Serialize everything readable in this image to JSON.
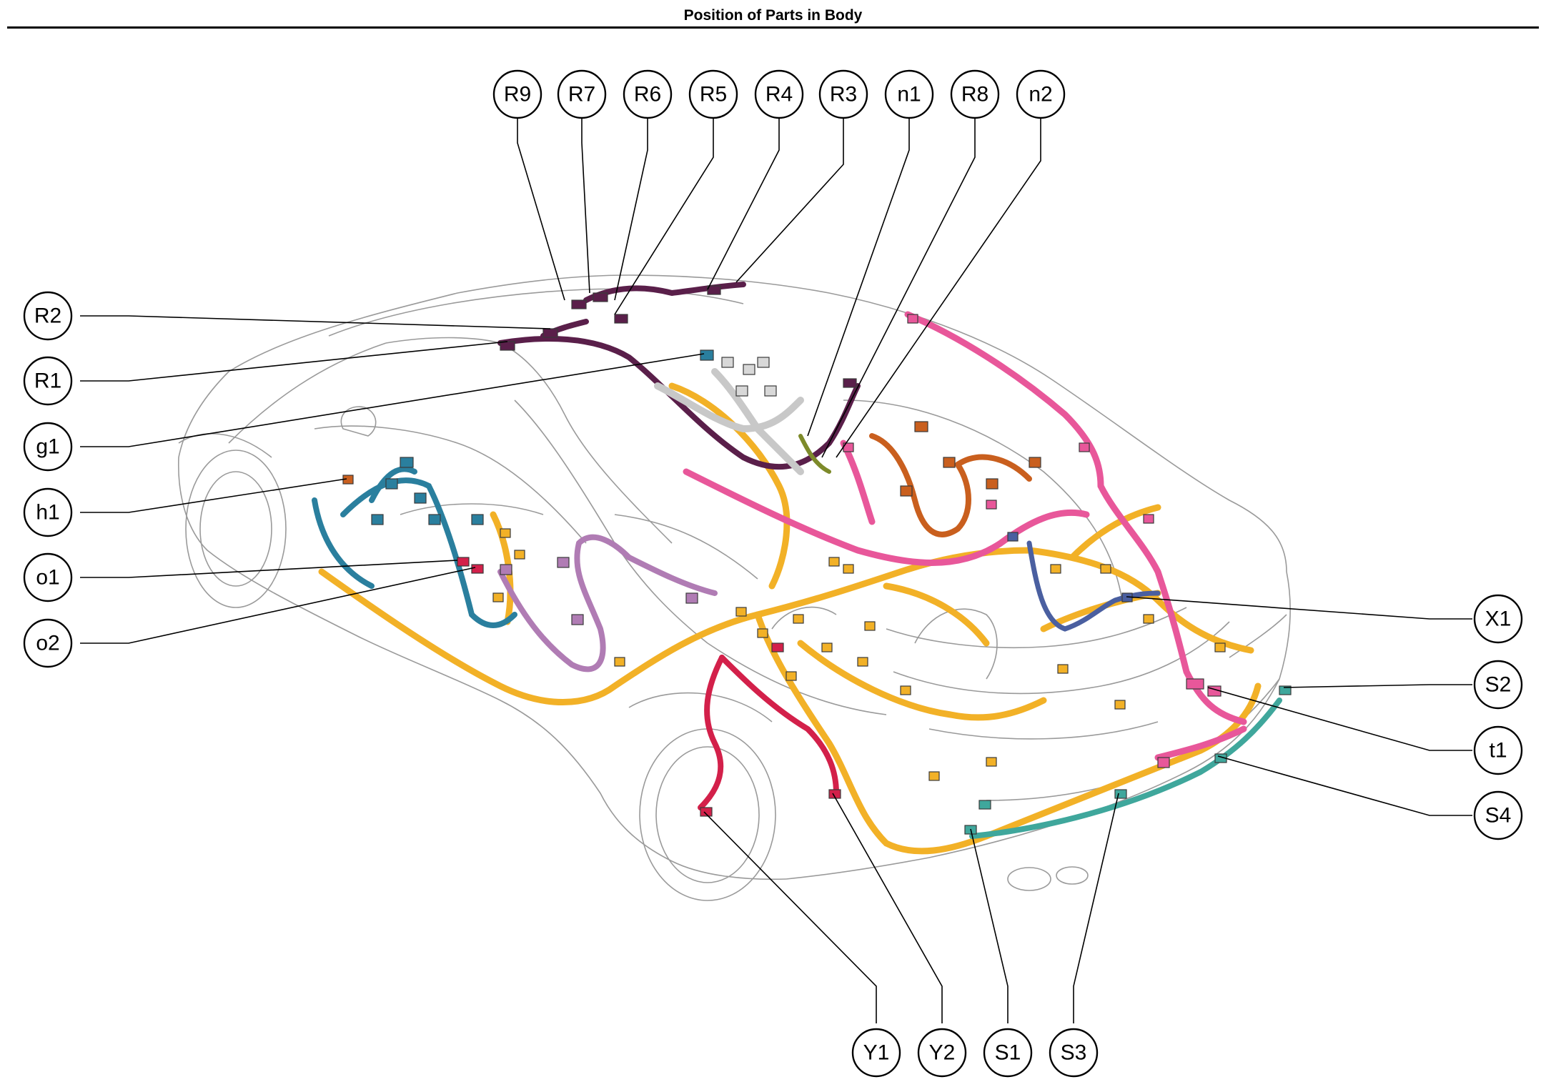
{
  "title": "Position of Parts in Body",
  "colors": {
    "outline": "#9a9a9a",
    "harness_yellow": "#f2b127",
    "harness_pink": "#e8579a",
    "harness_purple_dark": "#5a1f4a",
    "harness_blue": "#2a7f9e",
    "harness_mauve": "#b07cb4",
    "harness_orange": "#c95f1e",
    "harness_red": "#d3204a",
    "harness_teal": "#3fa79c",
    "harness_navy": "#4a5fa0",
    "harness_olive": "#7d8a2a",
    "harness_grey": "#c8c8c8"
  },
  "callouts": [
    {
      "id": "R9",
      "label": "R9"
    },
    {
      "id": "R7",
      "label": "R7"
    },
    {
      "id": "R6",
      "label": "R6"
    },
    {
      "id": "R5",
      "label": "R5"
    },
    {
      "id": "R4",
      "label": "R4"
    },
    {
      "id": "R3",
      "label": "R3"
    },
    {
      "id": "n1",
      "label": "n1"
    },
    {
      "id": "R8",
      "label": "R8"
    },
    {
      "id": "n2",
      "label": "n2"
    },
    {
      "id": "R2",
      "label": "R2"
    },
    {
      "id": "R1",
      "label": "R1"
    },
    {
      "id": "g1",
      "label": "g1"
    },
    {
      "id": "h1",
      "label": "h1"
    },
    {
      "id": "o1",
      "label": "o1"
    },
    {
      "id": "o2",
      "label": "o2"
    },
    {
      "id": "X1",
      "label": "X1"
    },
    {
      "id": "S2",
      "label": "S2"
    },
    {
      "id": "t1",
      "label": "t1"
    },
    {
      "id": "S4",
      "label": "S4"
    },
    {
      "id": "Y1",
      "label": "Y1"
    },
    {
      "id": "Y2",
      "label": "Y2"
    },
    {
      "id": "S1",
      "label": "S1"
    },
    {
      "id": "S3",
      "label": "S3"
    }
  ]
}
